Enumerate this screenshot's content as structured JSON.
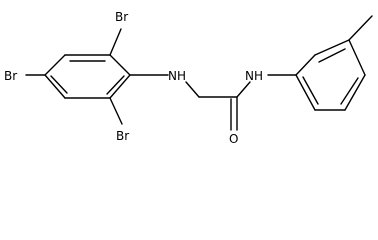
{
  "structure": {
    "atoms": {
      "br_top": "Br",
      "br_left": "Br",
      "br_bottom": "Br",
      "nh_left": "NH",
      "nh_right": "NH",
      "oxygen": "O"
    },
    "colors": {
      "bond": "#000000",
      "label": "#000000",
      "background": "#ffffff"
    }
  }
}
